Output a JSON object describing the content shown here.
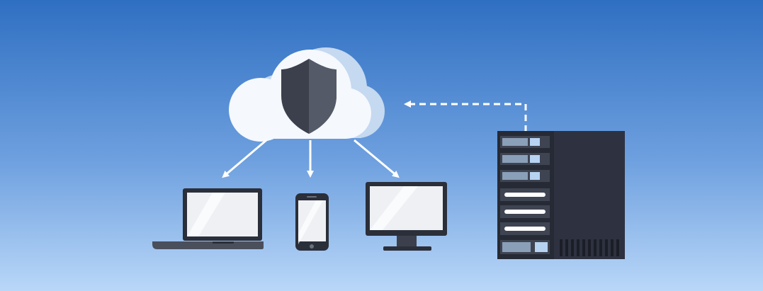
{
  "diagram": {
    "icons": {
      "cloud": "cloud-icon",
      "shield": "shield-icon",
      "laptop": "laptop-icon",
      "phone": "smartphone-icon",
      "monitor": "desktop-monitor-icon",
      "server": "server-rack-icon"
    },
    "connections": [
      {
        "from": "cloud",
        "to": "laptop",
        "style": "solid-arrow"
      },
      {
        "from": "cloud",
        "to": "phone",
        "style": "solid-arrow"
      },
      {
        "from": "cloud",
        "to": "monitor",
        "style": "solid-arrow"
      },
      {
        "from": "server",
        "to": "cloud",
        "style": "dashed-arrow"
      }
    ],
    "colors": {
      "background_top": "#2f6fc2",
      "background_bottom": "#b9d7f8",
      "cloud": "#f5f8fd",
      "cloud_shadow": "#c5d9f0",
      "shield": "#3b404c",
      "device_body": "#2b2f3a",
      "screen": "#eef0f3",
      "server": "#262a35",
      "arrow": "#ffffff"
    }
  }
}
